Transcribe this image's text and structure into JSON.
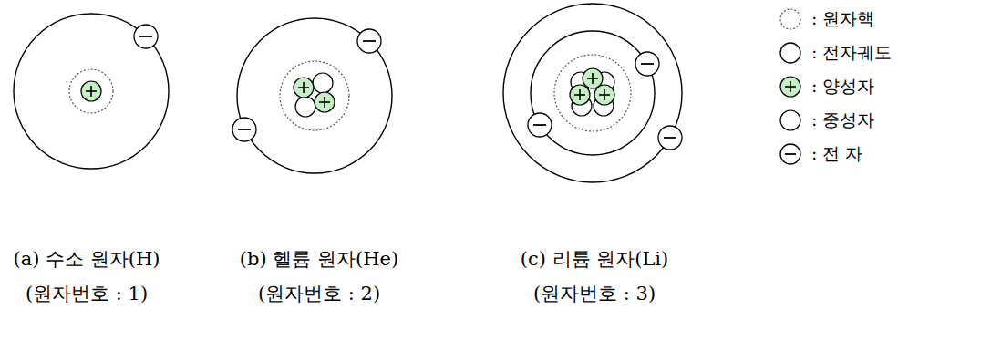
{
  "diagram": {
    "labels": [
      "(a) 수소 원자(H)",
      "(원자번호 : 1)",
      "(b) 헬륨 원자(He)",
      "(원자번호 : 2)",
      "(c) 리튬 원자(Li)",
      "(원자번호 : 3)"
    ],
    "legend": [
      {
        "text": ": 원자핵"
      },
      {
        "text": ": 전자궤도"
      },
      {
        "text": ": 양성자"
      },
      {
        "text": ": 중성자"
      },
      {
        "text": ": 전 자"
      }
    ]
  }
}
